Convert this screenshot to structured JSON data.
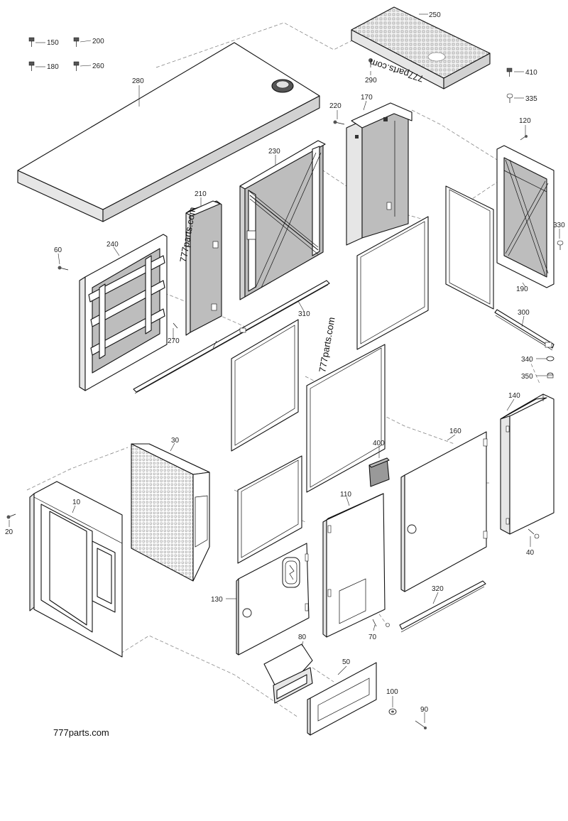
{
  "watermarks": {
    "wm_top": "777parts.com",
    "wm_left": "777parts.com",
    "wm_center": "777parts.com",
    "wm_bottom": "777parts.com"
  },
  "labels": {
    "p10": "10",
    "p20": "20",
    "p30": "30",
    "p40": "40",
    "p50": "50",
    "p60": "60",
    "p70": "70",
    "p80": "80",
    "p90": "90",
    "p100": "100",
    "p110": "110",
    "p120": "120",
    "p130": "130",
    "p140": "140",
    "p150": "150",
    "p160": "160",
    "p170": "170",
    "p180": "180",
    "p190": "190",
    "p200": "200",
    "p210": "210",
    "p220": "220",
    "p230": "230",
    "p240": "240",
    "p250": "250",
    "p260": "260",
    "p270": "270",
    "p280": "280",
    "p290": "290",
    "p300": "300",
    "p310": "310",
    "p320": "320",
    "p330": "330",
    "p335": "335",
    "p340": "340",
    "p350": "350",
    "p400": "400",
    "p410": "410"
  }
}
